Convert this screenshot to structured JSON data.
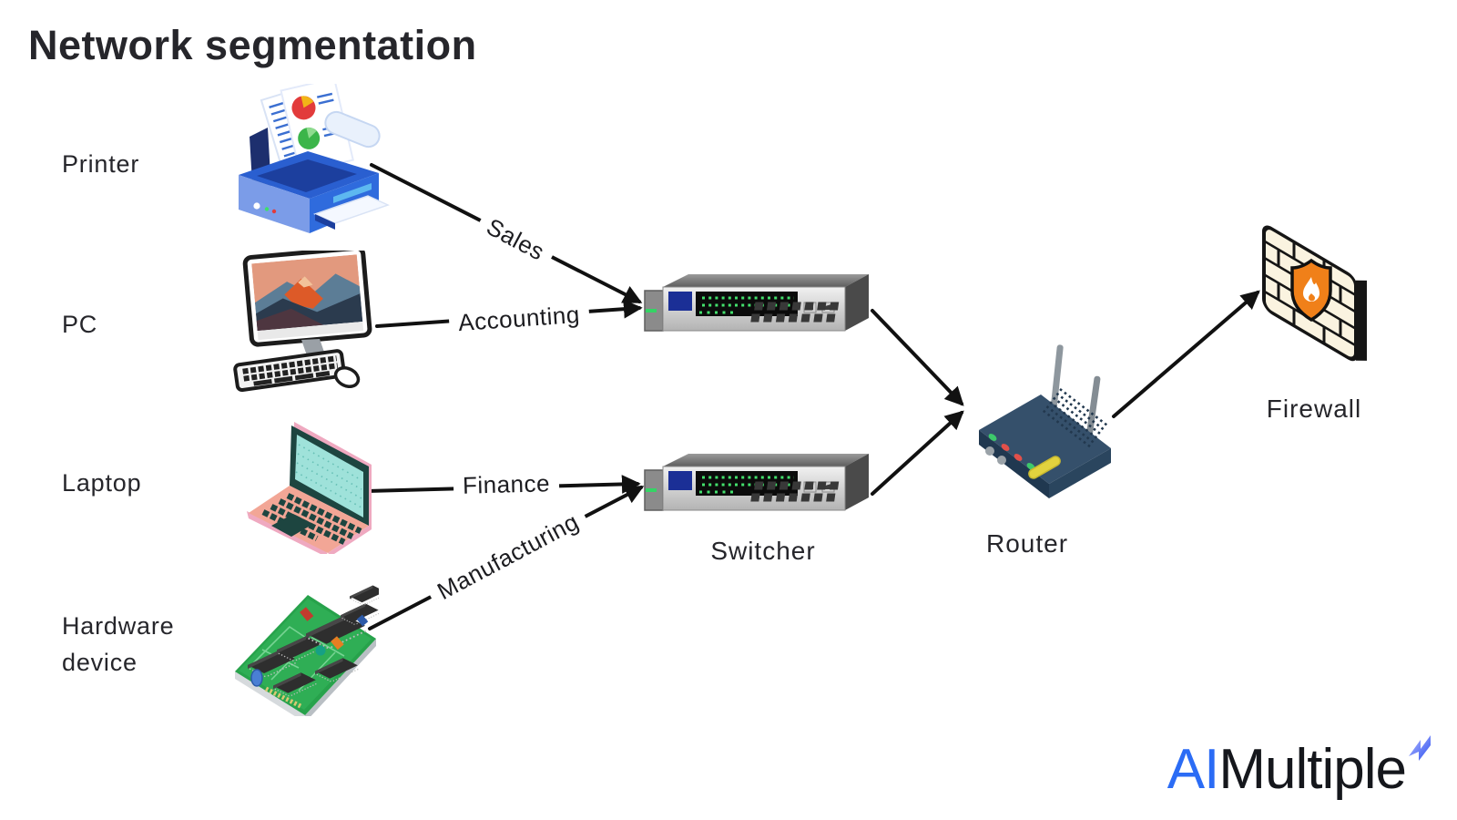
{
  "title": "Network segmentation",
  "devices": [
    {
      "label": "Printer"
    },
    {
      "label": "PC"
    },
    {
      "label": "Laptop"
    },
    {
      "label": "Hardware device"
    }
  ],
  "connections": [
    {
      "label": "Sales",
      "from": "Printer",
      "to": "Switcher"
    },
    {
      "label": "Accounting",
      "from": "PC",
      "to": "Switcher"
    },
    {
      "label": "Finance",
      "from": "Laptop",
      "to": "Switcher"
    },
    {
      "label": "Manufacturing",
      "from": "Hardware device",
      "to": "Switcher"
    }
  ],
  "nodes": {
    "switcher": "Switcher",
    "router": "Router",
    "firewall": "Firewall"
  },
  "logo": {
    "ai": "AI",
    "rest": "Multiple"
  },
  "colors": {
    "text": "#26262b",
    "arrow": "#111111",
    "logo_blue": "#2b6cf5"
  }
}
